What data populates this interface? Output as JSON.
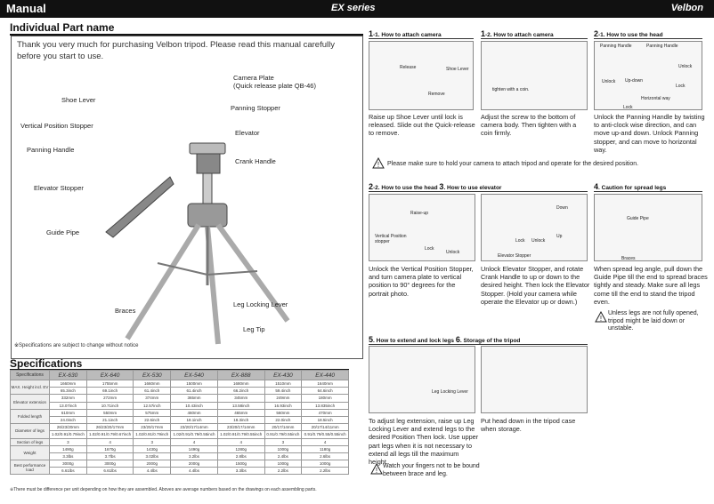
{
  "header": {
    "manual": "Manual",
    "series": "EX series",
    "brand": "Velbon"
  },
  "parts": {
    "title": "Individual Part name",
    "intro": "Thank you very much for purchasing Velbon tripod. Please read this manual carefully before you start to use.",
    "labels": [
      "Camera Plate",
      "(Quick release plate QB-46)",
      "Shoe Lever",
      "Panning Stopper",
      "Vertical Position Stopper",
      "Elevator",
      "Panning Handle",
      "Crank Handle",
      "Elevator Stopper",
      "Guide Pipe",
      "Braces",
      "Leg Locking Lever",
      "Leg Tip"
    ],
    "note": "※Specifications are subject to change without notice"
  },
  "specs": {
    "title": "Specifications",
    "headers": [
      "Specifications",
      "EX-630",
      "EX-640",
      "EX-530",
      "EX-540",
      "EX-888",
      "EX-430",
      "EX-440"
    ],
    "rows": [
      [
        "MAX. Height incl. EV",
        "1660mm",
        "1755mm",
        "1660mm",
        "1500mm",
        "1680mm",
        "1510mm",
        "1640mm"
      ],
      [
        "",
        "65.3inch",
        "69.1inch",
        "61.4inch",
        "61.4inch",
        "66.2inch",
        "59.4inch",
        "64.6inch"
      ],
      [
        "Elevator extension",
        "332mm",
        "272mm",
        "374mm",
        "365mm",
        "345mm",
        "249mm",
        "180mm"
      ],
      [
        "",
        "13.07inch",
        "10.71inch",
        "12.57inch",
        "10.43inch",
        "13.58inch",
        "16.93inch",
        "13.835inch"
      ],
      [
        "Folded length",
        "610mm",
        "550mm",
        "575mm",
        "460mm",
        "465mm",
        "560mm",
        "470mm"
      ],
      [
        "",
        "24.0inch",
        "21.1inch",
        "22.6inch",
        "18.1inch",
        "18.3inch",
        "22.0inch",
        "18.5inch"
      ],
      [
        "Diameter of legs",
        "26/23/20mm",
        "26/23/20/17mm",
        "23/20/17mm",
        "23/20/17/14mm",
        "23/20/17/14mm",
        "20/17/14mm",
        "20/17/14/11mm"
      ],
      [
        "",
        "1.02/0.91/0.79inch",
        "1.02/0.91/0.79/0.67inch",
        "1.02/0.91/0.79inch",
        "1.02/0.91/0.79/0.55inch",
        "1.02/0.91/0.79/0.55inch",
        "0.91/0.79/0.55inch",
        "0.91/0.79/0.55/0.55inch"
      ],
      [
        "Section of legs",
        "3",
        "4",
        "3",
        "4",
        "4",
        "3",
        "4"
      ],
      [
        "Weight",
        "1490g",
        "1670g",
        "1430g",
        "1490g",
        "1280g",
        "1000g",
        "1180g"
      ],
      [
        "",
        "3.3lbs",
        "3.7lbs",
        "3.02lbs",
        "3.2lbs",
        "2.8lbs",
        "2.4lbs",
        "2.6lbs"
      ],
      [
        "Best performance load",
        "3000g",
        "3000g",
        "2000g",
        "2000g",
        "1500g",
        "1000g",
        "1000g"
      ],
      [
        "",
        "6.61lbs",
        "6.61lbs",
        "4.4lbs",
        "4.4lbs",
        "3.3lbs",
        "2.2lbs",
        "2.2lbs"
      ]
    ],
    "footnote": "※There must be difference per unit depending on how they are assembled. Aboves are average numbers based on the drawings on each assembling parts."
  },
  "steps": {
    "s11": {
      "num": "1",
      "title": "-1. How to attach camera",
      "desc": "Raise up Shoe Lever until lock is released. Slide out the Quick-release to remove.",
      "labels": [
        "Release",
        "Shoe Lever",
        "Remove"
      ]
    },
    "s12": {
      "num": "1",
      "title": "-2. How to attach camera",
      "desc": "Adjust the screw to the bottom of camera body. Then tighten with a coin firmly.",
      "labels": [
        "tighten with a coin."
      ]
    },
    "s21": {
      "num": "2",
      "title": "-1. How to use the head",
      "desc": "Unlock the Panning Handle by twisting to anti-clock wise direction, and can move up-and down. Unlock Panning stopper, and can move to horizontal way.",
      "labels": [
        "Panning Handle",
        "Panning Handle",
        "Unlock",
        "Unlock",
        "Up-down",
        "Lock",
        "Horizontal way",
        "Lock"
      ]
    },
    "warn1": "Please make sure to hold your camera to attach tripod and operate for the desired position.",
    "s22": {
      "num": "2",
      "title": "-2. How to use the head",
      "num2": "3",
      "title2": ". How to use elevator",
      "desc1": "Unlock the Vertical Position Stopper, and turn camera plate to vertical position to 90° degrees for the portrait photo.",
      "desc2": "Unlock Elevator Stopper, and rotate Crank Handle to up or down to the desired height. Then lock the Elevator Stopper. (Hold your camera while operate the Elevator up or down.)",
      "labels": [
        "Raise-up",
        "Vertical Position stopper",
        "Lock",
        "Unlock",
        "Down",
        "Up",
        "Lock",
        "Unlock",
        "Elevator Stopper"
      ]
    },
    "s4": {
      "num": "4",
      "title": ". Caution for spread legs",
      "desc": "When spread leg angle, pull down the Guide Pipe till the end to spread braces tightly and steady. Make sure all legs come till the end to stand the tripod even.",
      "labels": [
        "Guide Pipe",
        "Braces"
      ],
      "warn": "Unless legs are not fully opened, tripod might be laid down or unstable."
    },
    "s5": {
      "num": "5",
      "title": ". How to extend and lock legs",
      "num2": "6",
      "title2": ". Storage of the tripod",
      "desc1": "To adjust leg extension, raise up Leg Locking Lever and extend legs to the desired Position Then lock. Use upper part legs when it is not necessary to extend all legs till the maximum height.",
      "desc2": "Put head down in the tripod case when storage.",
      "labels": [
        "Leg Locking Lever"
      ],
      "warn": "Watch your fingers not to be bound between brace and leg."
    }
  }
}
